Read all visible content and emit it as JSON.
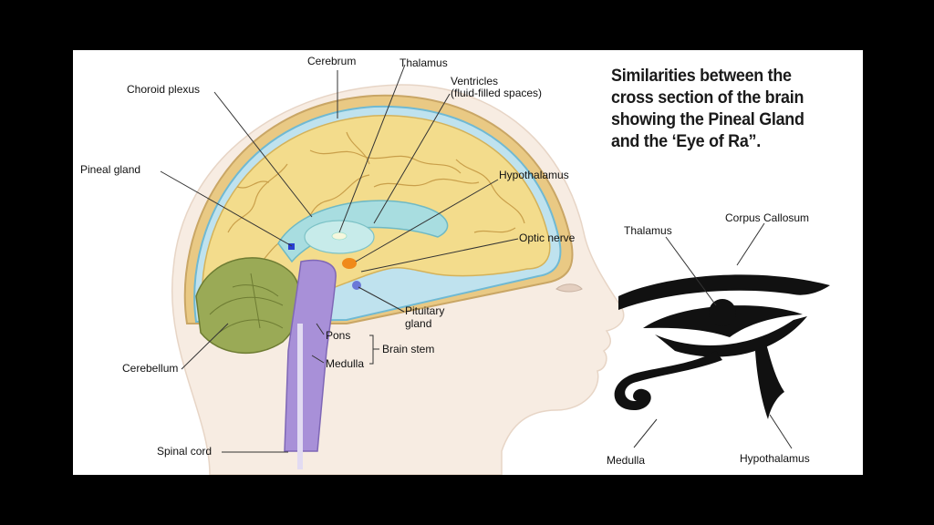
{
  "title_lines": [
    "Similarities between the",
    "cross section of the brain",
    "showing the Pineal Gland",
    "and the ‘Eye of Ra”."
  ],
  "brain_labels": {
    "cerebrum": "Cerebrum",
    "thalamus": "Thalamus",
    "ventricles_1": "Ventricles",
    "ventricles_2": "(fluid-filled spaces)",
    "choroid_plexus": "Choroid plexus",
    "pineal_gland": "Pineal gland",
    "hypothalamus": "Hypothalamus",
    "optic_nerve": "Optic nerve",
    "pituitary_1": "Pituitary",
    "pituitary_2": "gland",
    "pons": "Pons",
    "medulla": "Medulla",
    "brain_stem": "Brain stem",
    "cerebellum": "Cerebellum",
    "spinal_cord": "Spinal cord"
  },
  "eye_labels": {
    "thalamus": "Thalamus",
    "corpus_callosum": "Corpus Callosum",
    "medulla": "Medulla",
    "hypothalamus": "Hypothalamus"
  },
  "colors": {
    "cerebrum": "#f3dc8c",
    "cerebellum": "#9aaa56",
    "brain_stem": "#a890d8",
    "ventricles": "#a8dde0",
    "skin": "#f7ece2",
    "pineal": "#2a3fd0",
    "hypothalamus": "#f08a1a",
    "eye_glyph": "#111111"
  }
}
